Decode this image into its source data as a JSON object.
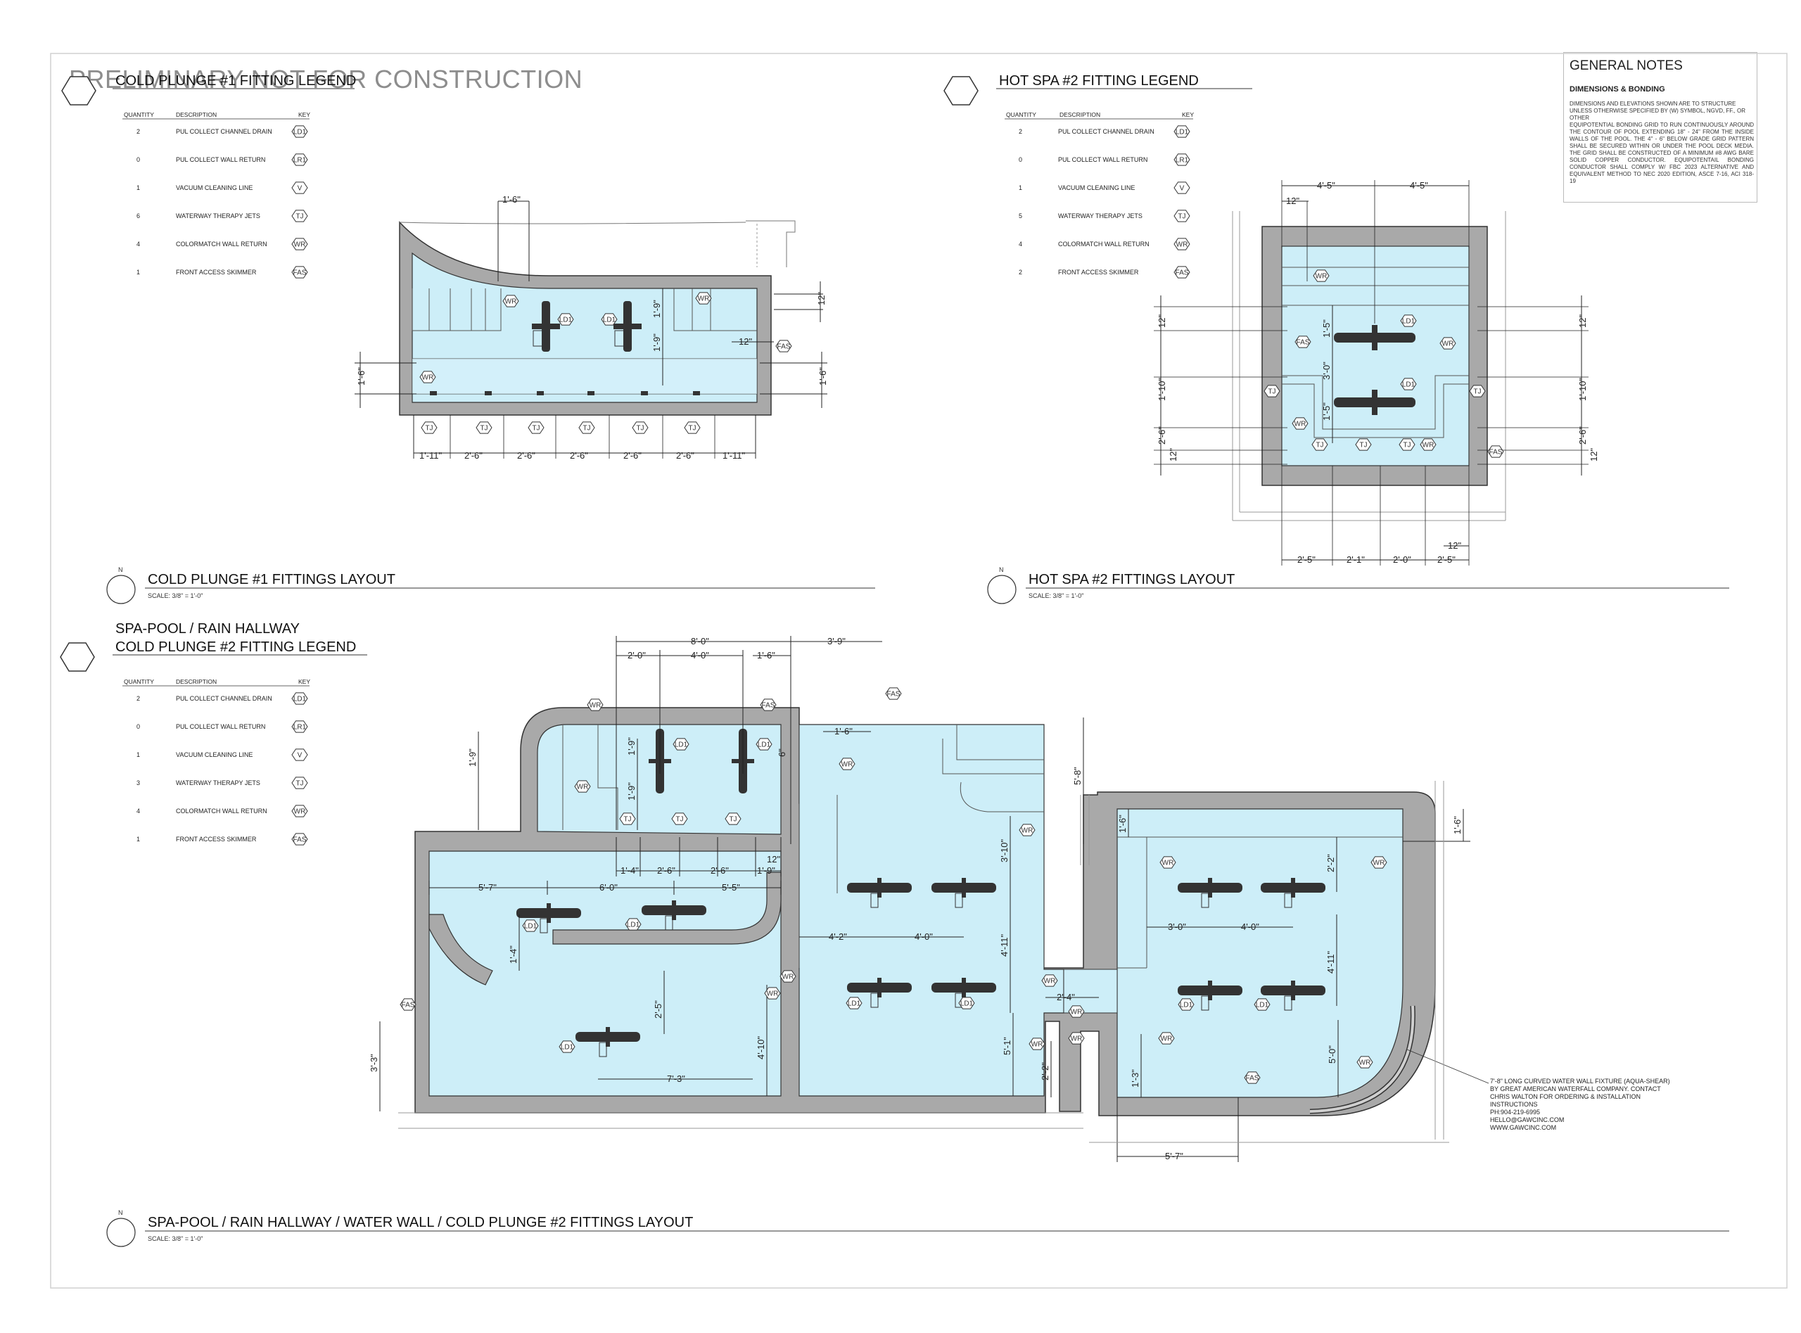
{
  "watermark": "PRELIMINARY NOT FOR CONSTRUCTION",
  "general_notes": {
    "title": "GENERAL NOTES",
    "subtitle": "DIMENSIONS & BONDING",
    "para1": "DIMENSIONS AND ELEVATIONS SHOWN ARE TO STRUCTURE UNLESS OTHERWISE SPECIFIED BY (W) SYMBOL, NGVD, FF., OR OTHER",
    "para2": "EQUIPOTENTIAL BONDING GRID TO RUN CONTINUOUSLY AROUND THE CONTOUR OF POOL EXTENDING 18\" - 24\" FROM THE INSIDE WALLS OF THE POOL. THE 4\" - 6\" BELOW GRADE GRID PATTERN SHALL BE SECURED WITHIN OR UNDER THE POOL DECK MEDIA. THE GRID SHALL BE CONSTRUCTED OF A MINIMUM #8 AWG BARE SOLID COPPER CONDUCTOR. EQUIPOTENTAIL BONDING CONDUCTOR SHALL COMPLY W/ FBC 2023 ALTERNATIVE AND EQUIVALENT METHOD TO NEC 2020 EDITION, ASCE 7-16, ACI 318-19"
  },
  "legend_headers": {
    "quantity": "QUANTITY",
    "description": "DESCRIPTION",
    "key": "KEY"
  },
  "legends": [
    {
      "title": "COLD PLUNGE #1 FITTING LEGEND",
      "rows": [
        {
          "qty": "2",
          "desc": "PUL COLLECT CHANNEL DRAIN",
          "key": "LD1"
        },
        {
          "qty": "0",
          "desc": "PUL COLLECT WALL RETURN",
          "key": "LR1"
        },
        {
          "qty": "1",
          "desc": "VACUUM CLEANING LINE",
          "key": "V"
        },
        {
          "qty": "6",
          "desc": "WATERWAY THERAPY JETS",
          "key": "TJ"
        },
        {
          "qty": "4",
          "desc": "COLORMATCH WALL RETURN",
          "key": "WR"
        },
        {
          "qty": "1",
          "desc": "FRONT ACCESS SKIMMER",
          "key": "FAS"
        }
      ]
    },
    {
      "title": "HOT SPA #2 FITTING LEGEND",
      "rows": [
        {
          "qty": "2",
          "desc": "PUL COLLECT CHANNEL DRAIN",
          "key": "LD1"
        },
        {
          "qty": "0",
          "desc": "PUL COLLECT WALL RETURN",
          "key": "LR1"
        },
        {
          "qty": "1",
          "desc": "VACUUM CLEANING LINE",
          "key": "V"
        },
        {
          "qty": "5",
          "desc": "WATERWAY THERAPY JETS",
          "key": "TJ"
        },
        {
          "qty": "4",
          "desc": "COLORMATCH WALL RETURN",
          "key": "WR"
        },
        {
          "qty": "2",
          "desc": "FRONT ACCESS SKIMMER",
          "key": "FAS"
        }
      ]
    },
    {
      "title_line1": "SPA-POOL / RAIN HALLWAY",
      "title": "COLD PLUNGE #2 FITTING LEGEND",
      "rows": [
        {
          "qty": "2",
          "desc": "PUL COLLECT CHANNEL DRAIN",
          "key": "LD1"
        },
        {
          "qty": "0",
          "desc": "PUL COLLECT WALL RETURN",
          "key": "LR1"
        },
        {
          "qty": "1",
          "desc": "VACUUM CLEANING LINE",
          "key": "V"
        },
        {
          "qty": "3",
          "desc": "WATERWAY THERAPY JETS",
          "key": "TJ"
        },
        {
          "qty": "4",
          "desc": "COLORMATCH WALL RETURN",
          "key": "WR"
        },
        {
          "qty": "1",
          "desc": "FRONT ACCESS SKIMMER",
          "key": "FAS"
        }
      ]
    }
  ],
  "layouts": [
    {
      "north": "N",
      "title": "COLD PLUNGE #1 FITTINGS LAYOUT",
      "scale": "SCALE: 3/8\" = 1'-0\""
    },
    {
      "north": "N",
      "title": "HOT SPA #2 FITTINGS LAYOUT",
      "scale": "SCALE: 3/8\" = 1'-0\""
    },
    {
      "north": "N",
      "title": "SPA-POOL / RAIN HALLWAY / WATER WALL / COLD PLUNGE #2 FITTINGS LAYOUT",
      "scale": "SCALE: 3/8\" = 1'-0\""
    }
  ],
  "plunge1_dims": {
    "top": "1'-6\"",
    "right_top": "12\"",
    "mid_v1": "1'-9\"",
    "mid_v2": "1'-9\"",
    "fas_off": "12\"",
    "left": "1'-6\"",
    "right": "1'-6\"",
    "bottom": [
      "1'-11\"",
      "2'-6\"",
      "2'-6\"",
      "2'-6\"",
      "2'-6\"",
      "2'-6\"",
      "1'-11\""
    ]
  },
  "spa2_dims": {
    "top": [
      "4'-5\"",
      "4'-5\""
    ],
    "wr_off": "12\"",
    "left": [
      "12\"",
      "1'-10\"",
      "2'-6\"",
      "12\""
    ],
    "right": [
      "12\"",
      "1'-10\"",
      "2'-6\"",
      "12\""
    ],
    "inner": [
      "1'-5\"",
      "3'-0\"",
      "1'-5\""
    ],
    "bottom": [
      "2'-5\"",
      "2'-1\"",
      "2'-0\"",
      "2'-5\""
    ],
    "bottom_off": "12\""
  },
  "pool_dims": {
    "top_total": "8'-0\"",
    "top_a": "2'-0\"",
    "top_b": "4'-0\"",
    "top_c": "1'-6\"",
    "top_right": "3'-9\"",
    "cp2_left": "1'-9\"",
    "cp2_v1": "1'-9\"",
    "cp2_v2": "1'-9\"",
    "cp2_v3": "6\"",
    "cp2_jets": [
      "1'-4\"",
      "2'-6\"",
      "2'-6\"",
      "1'-9\""
    ],
    "cp2_off": "12\"",
    "hall_off": "1'-6\"",
    "hall_v": "5'-8\"",
    "spa_row": [
      "5'-7\"",
      "6'-0\"",
      "5'-5\""
    ],
    "spa_v1": "1'-4\"",
    "spa_v2": "2'-5\"",
    "spa_v3": "4'-10\"",
    "spa_b": "7'-3\"",
    "spa_left": "3'-3\"",
    "rain_a": "4'-2\"",
    "rain_b": "4'-0\"",
    "rain_v1": "3'-10\"",
    "rain_v2": "4'-11\"",
    "rain_v3": "5'-1\"",
    "neck_a": "2'-4\"",
    "neck_b": "2'-2\"",
    "ww_top": "1'-6\"",
    "ww_v1": "2'-2\"",
    "ww_a": "3'-0\"",
    "ww_b": "4'-0\"",
    "ww_v2": "4'-11\"",
    "ww_v3": "5'-0\"",
    "ww_left": "1'-6\"",
    "ww_low": "1'-3\"",
    "ww_bottom": "5'-7\""
  },
  "waterwall_note": [
    "7'-8\" LONG CURVED WATER WALL FIXTURE (AQUA-SHEAR)",
    "BY GREAT AMERICAN WATERFALL COMPANY. CONTACT",
    "CHRIS WALTON FOR ORDERING & INSTALLATION",
    "INSTRUCTIONS",
    "PH:904-219-6995",
    "HELLO@GAWCINC.COM",
    "WWW.GAWCINC.COM"
  ],
  "tags": {
    "wr": "WR",
    "ld": "LD1",
    "tj": "TJ",
    "fas": "FAS",
    "lr": "LR1",
    "v": "V"
  },
  "colors": {
    "water": "#cdeef8",
    "wall": "#a9a9a9",
    "line": "#222222",
    "watermark": "#8d8d8d"
  }
}
